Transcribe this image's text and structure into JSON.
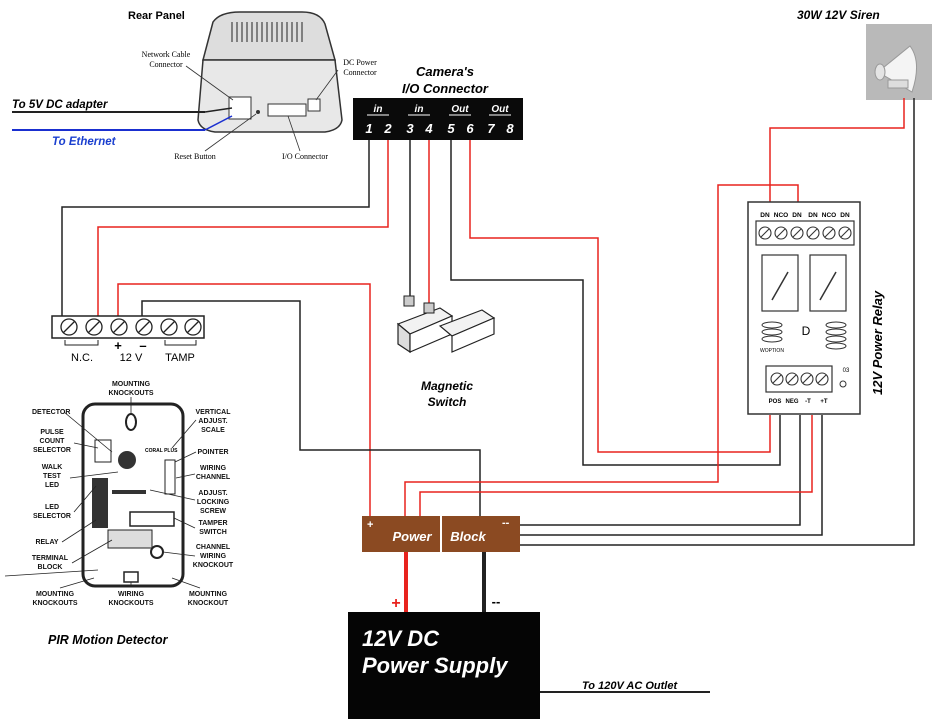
{
  "camera": {
    "rear_panel_title": "Rear Panel",
    "network_cable_connector_line1": "Network Cable",
    "network_cable_connector_line2": "Connector",
    "dc_power_connector_line1": "DC Power",
    "dc_power_connector_line2": "Connector",
    "reset_button": "Reset Button",
    "io_connector_label": "I/O Connector",
    "to_5v_dc_adapter": "To 5V DC adapter",
    "to_ethernet": "To Ethernet"
  },
  "io_connector": {
    "title_line1": "Camera's",
    "title_line2": "I/O Connector",
    "groups": [
      "in",
      "in",
      "Out",
      "Out"
    ],
    "pins": [
      "1",
      "2",
      "3",
      "4",
      "5",
      "6",
      "7",
      "8"
    ]
  },
  "siren": {
    "title": "30W 12V Siren"
  },
  "relay": {
    "title": "12V Power Relay",
    "top_terminals": [
      "DN",
      "NCO",
      "DN",
      "DN",
      "NCO",
      "DN"
    ],
    "bottom_terminals": [
      "POS",
      "NEG",
      "-T",
      "+T"
    ],
    "side_mark": "03",
    "coil_label": "WOPTION"
  },
  "terminal_block": {
    "labels": [
      "N.C.",
      "12 V",
      "TAMP"
    ],
    "plus": "+",
    "minus": "–"
  },
  "magnetic_switch": {
    "title_line1": "Magnetic",
    "title_line2": "Switch"
  },
  "pir": {
    "title": "PIR Motion Detector",
    "brand": "CORAL PLUS",
    "callouts": {
      "mounting_knockouts_top": [
        "MOUNTING",
        "KNOCKOUTS"
      ],
      "detector": [
        "DETECTOR"
      ],
      "pulse_count_selector": [
        "PULSE",
        "COUNT",
        "SELECTOR"
      ],
      "walk_test_led": [
        "WALK",
        "TEST",
        "LED"
      ],
      "led_selector": [
        "LED",
        "SELECTOR"
      ],
      "relay": [
        "RELAY"
      ],
      "terminal_block": [
        "TERMINAL",
        "BLOCK"
      ],
      "mounting_knockouts_bl": [
        "MOUNTING",
        "KNOCKOUTS"
      ],
      "wiring_knockouts": [
        "WIRING",
        "KNOCKOUTS"
      ],
      "mounting_knockout_br": [
        "MOUNTING",
        "KNOCKOUT"
      ],
      "vertical_adjust_scale": [
        "VERTICAL",
        "ADJUST.",
        "SCALE"
      ],
      "pointer": [
        "POINTER"
      ],
      "wiring_channel": [
        "WIRING",
        "CHANNEL"
      ],
      "adjust_locking_screw": [
        "ADJUST.",
        "LOCKING",
        "SCREW"
      ],
      "tamper_switch": [
        "TAMPER",
        "SWITCH"
      ],
      "channel_wiring_knockout": [
        "CHANNEL",
        "WIRING",
        "KNOCKOUT"
      ]
    }
  },
  "power_block": {
    "left": "Power",
    "right": "Block",
    "plus": "+",
    "minus": "--"
  },
  "power_supply": {
    "line1": "12V DC",
    "line2": "Power Supply",
    "plus": "+",
    "minus": "--",
    "to_ac": "To 120V AC Outlet"
  },
  "colors": {
    "red_wire": "#e8231e",
    "black_wire": "#222222",
    "blue_wire": "#1a2fd0",
    "brown_block": "#8b4a22",
    "label_blue": "#1a3fcf"
  }
}
